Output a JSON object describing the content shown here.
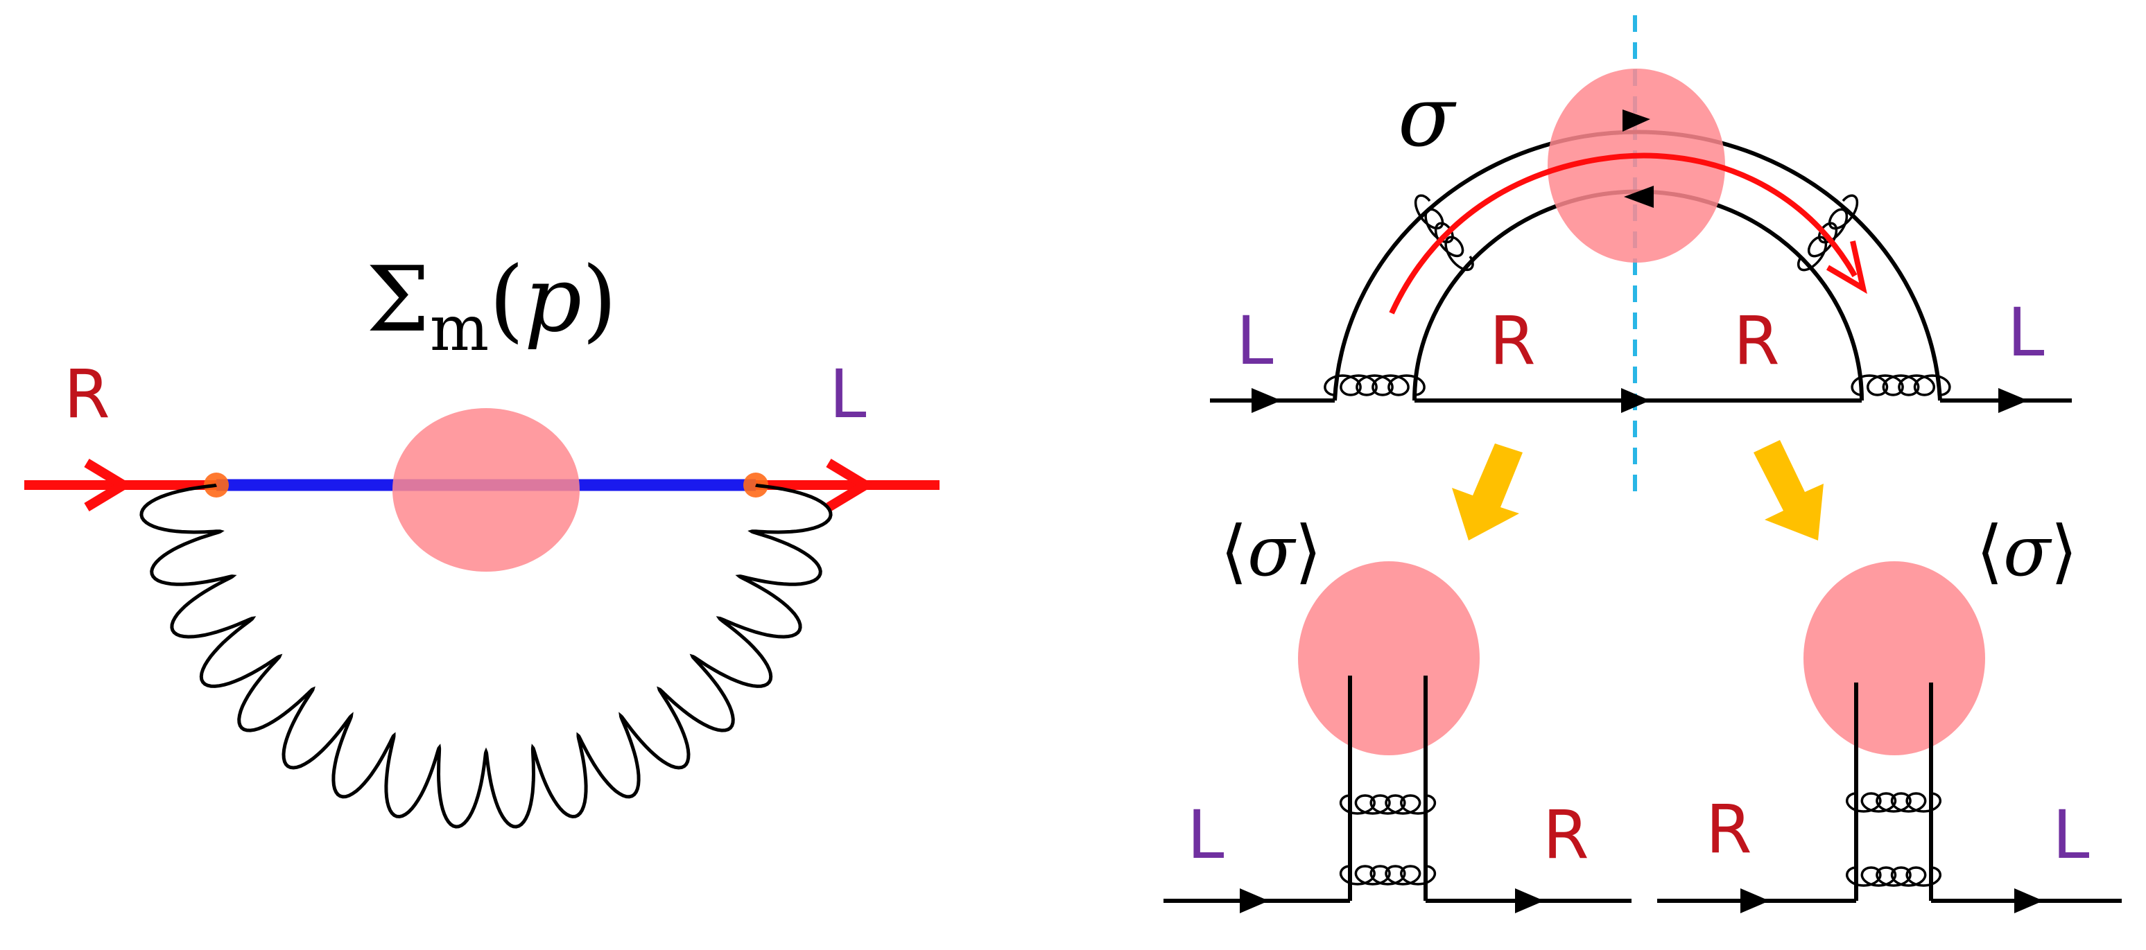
{
  "colors": {
    "right_label": "#c0141c",
    "left_label": "#7030a0",
    "blob": "#ff8a8f",
    "red_line": "#ff0d0d",
    "blue_line": "#1a1aee",
    "vertex": "#ff6a1a",
    "yellow_arrow": "#ffc000",
    "cut_line": "#29b6e6",
    "ink": "#000000"
  },
  "left_diagram": {
    "sigma_symbol": "Σ",
    "sigma_subscript": "m",
    "sigma_arg_open": "(",
    "sigma_arg": "p",
    "sigma_arg_close": ")",
    "incoming_label": "R",
    "outgoing_label": "L"
  },
  "top_right_diagram": {
    "sigma_label": "σ",
    "labels": [
      "L",
      "R",
      "R",
      "L"
    ]
  },
  "bottom_left_diagram": {
    "vev_open": "⟨",
    "vev_symbol": "σ",
    "vev_close": "⟩",
    "incoming_label": "L",
    "outgoing_label": "R"
  },
  "bottom_right_diagram": {
    "vev_open": "⟨",
    "vev_symbol": "σ",
    "vev_close": "⟩",
    "incoming_label": "R",
    "outgoing_label": "L"
  }
}
